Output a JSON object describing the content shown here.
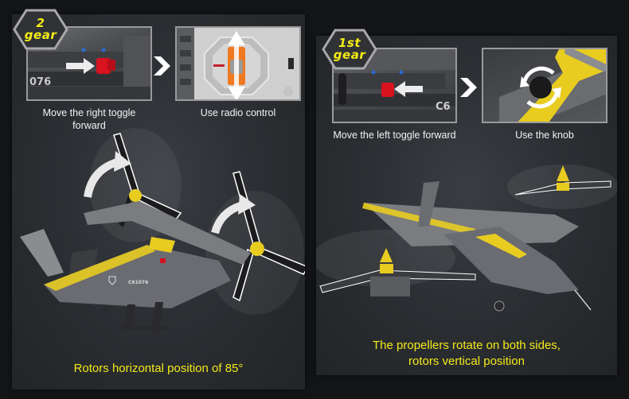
{
  "left_panel": {
    "badge": {
      "line1": "2",
      "line2": "gear"
    },
    "steps": [
      {
        "label": "Move the right toggle forward",
        "image": "right-toggle-photo"
      },
      {
        "label": "Use radio control",
        "image": "radio-control-photo"
      }
    ],
    "model_number": "C61076",
    "caption": "Rotors horizontal position of 85°"
  },
  "right_panel": {
    "badge": {
      "line1": "1st",
      "line2": "gear"
    },
    "steps": [
      {
        "label": "Move the left toggle forward",
        "image": "left-toggle-photo"
      },
      {
        "label": "Use the knob",
        "image": "knob-photo"
      }
    ],
    "caption_line1": "The propellers rotate on both sides,",
    "caption_line2": "rotors vertical position"
  },
  "colors": {
    "badge_text": "#f4ec13",
    "caption": "#f2ea1a",
    "accent_yellow": "#e8cc20",
    "toggle_red": "#d8121e",
    "radio_orange": "#f07820"
  }
}
